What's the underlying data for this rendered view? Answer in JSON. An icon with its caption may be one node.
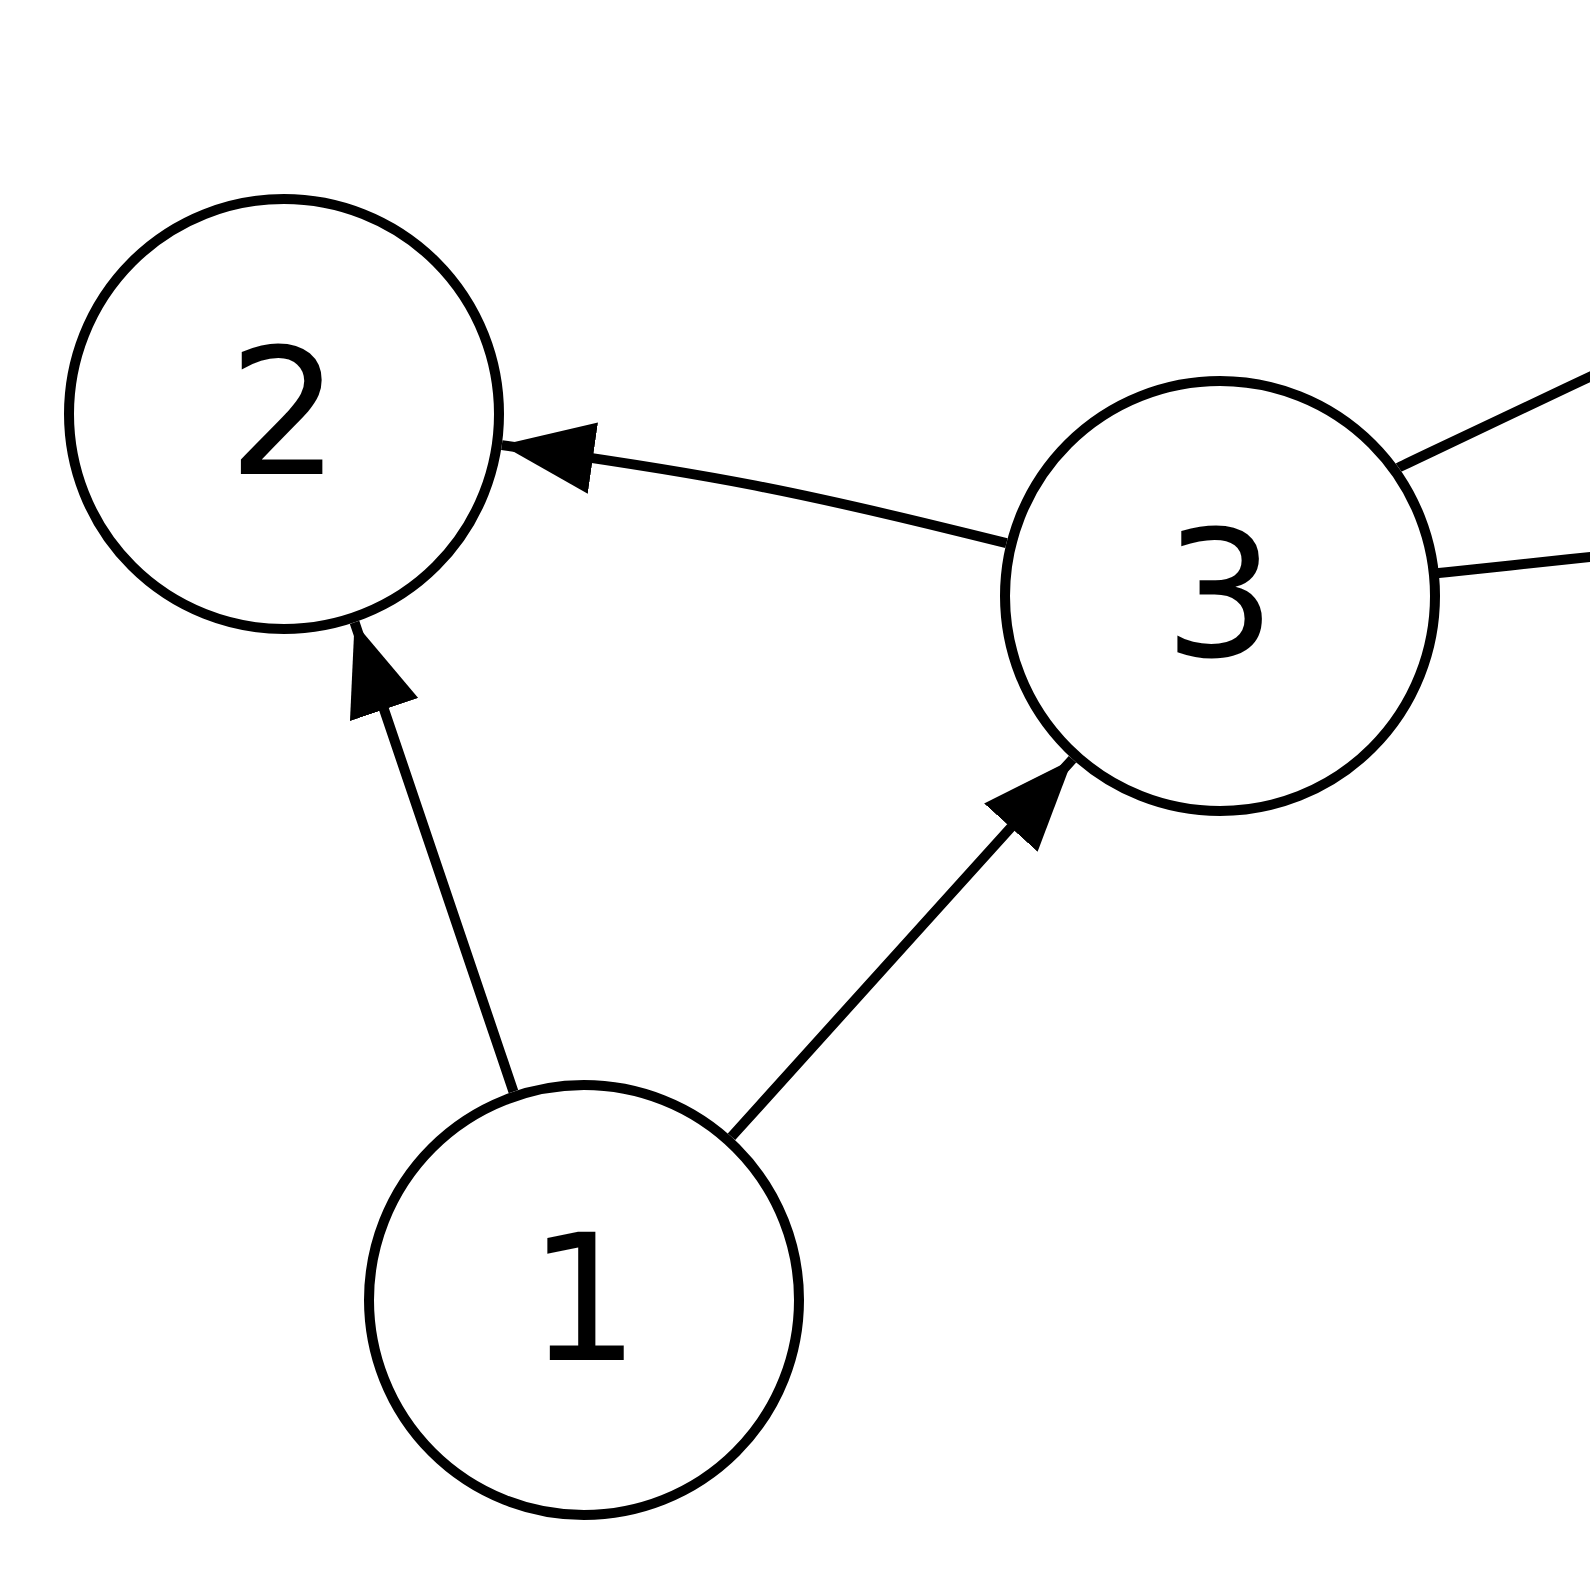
{
  "diagram": {
    "nodes": [
      {
        "text": [
          "2"
        ]
      },
      {
        "text": [
          "3"
        ]
      },
      {
        "text": [
          "1"
        ]
      }
    ],
    "edges": [
      {
        "from": 1,
        "to": 0,
        "arrow": "to"
      },
      {
        "from": 2,
        "to": 0,
        "arrow": "to"
      },
      {
        "from": 2,
        "to": 1,
        "arrow": "to"
      },
      {
        "from": 1,
        "to": null,
        "arrow": "none"
      },
      {
        "from": null,
        "to": 1,
        "arrow": "to"
      }
    ]
  }
}
